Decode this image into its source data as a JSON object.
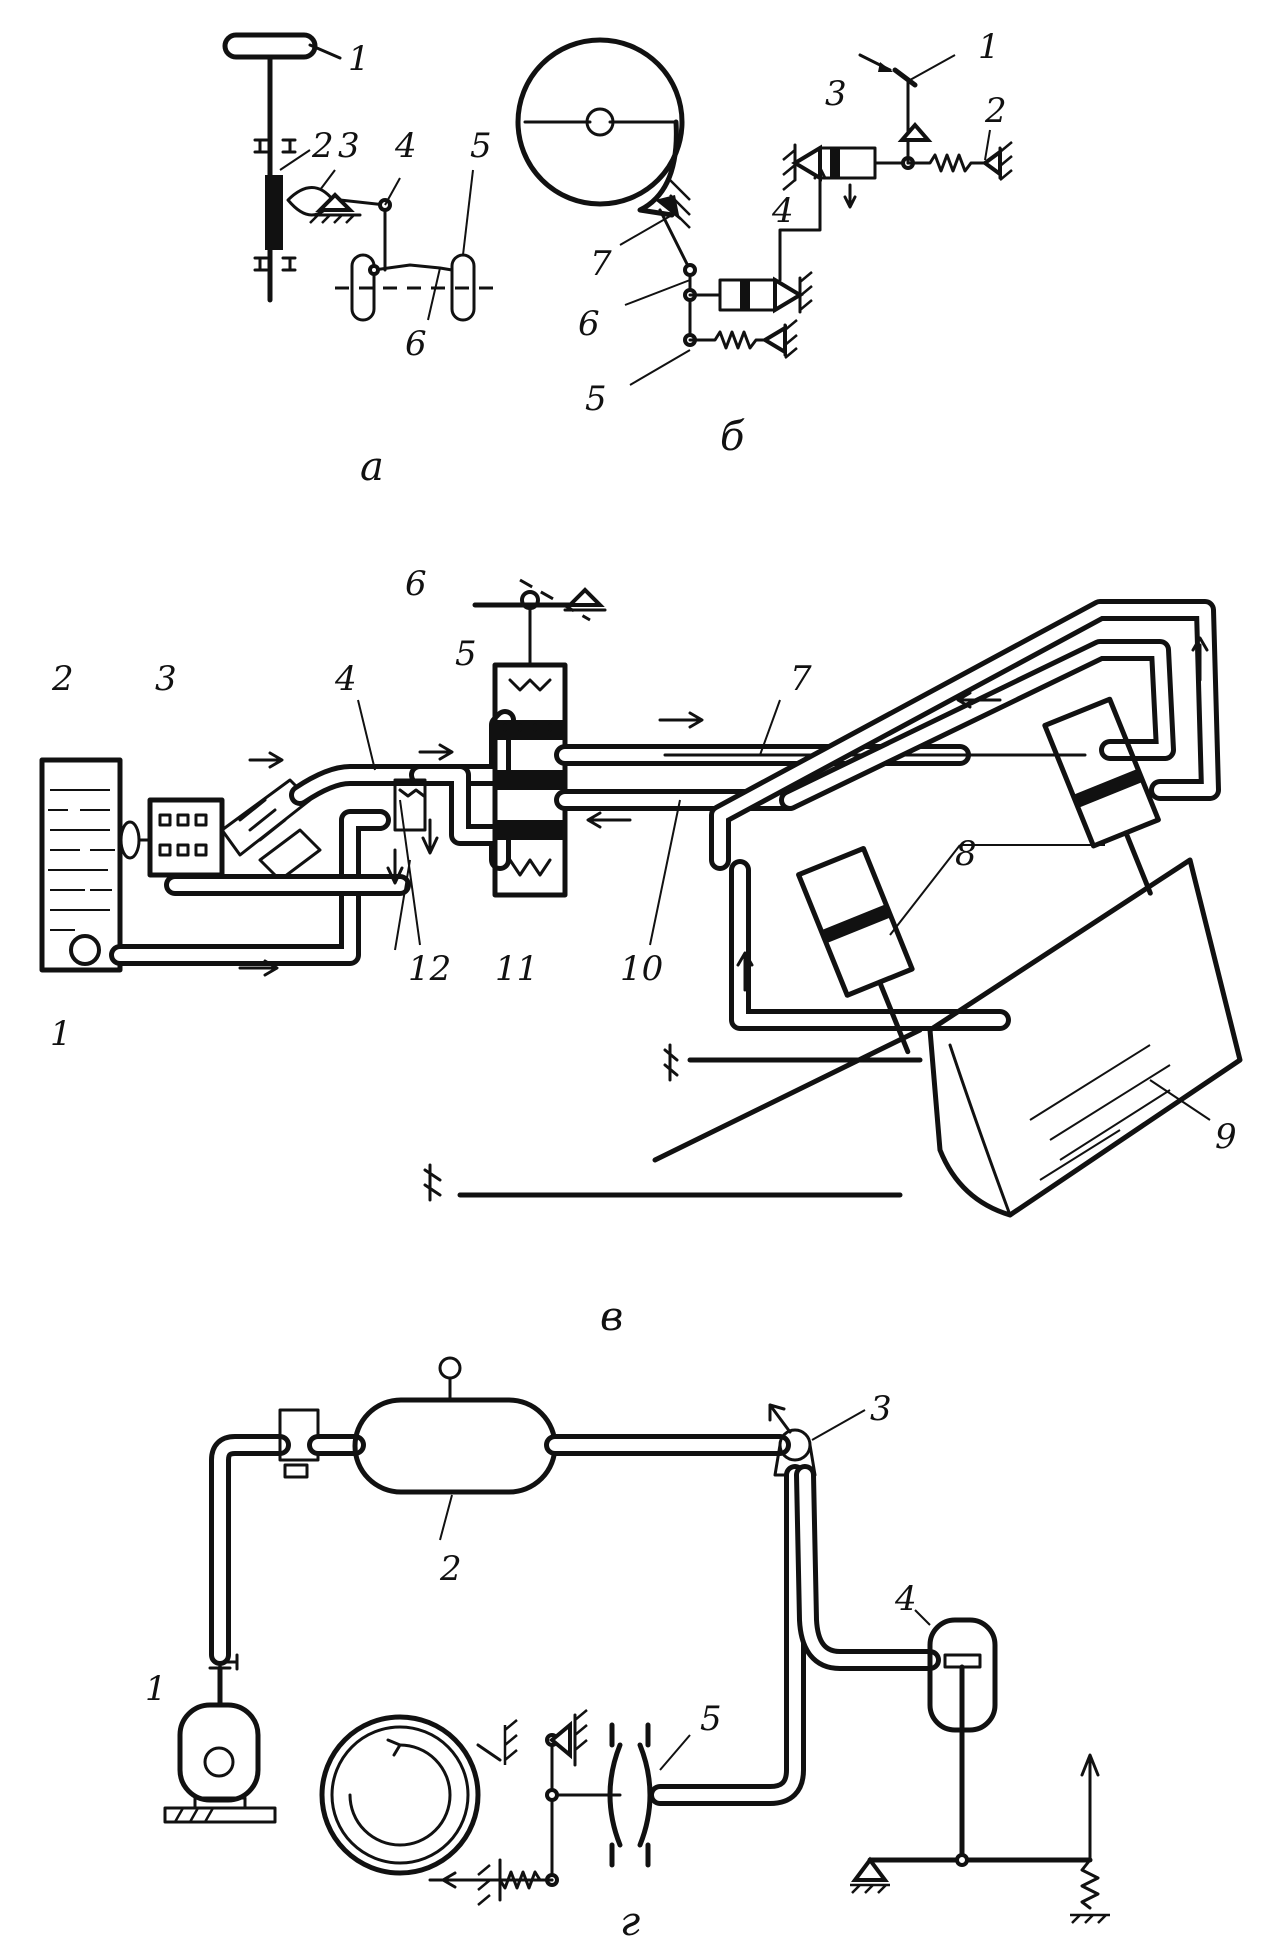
{
  "panels": [
    {
      "id": "a",
      "caption": "а",
      "labels": [
        "1",
        "2",
        "3",
        "4",
        "5",
        "6"
      ]
    },
    {
      "id": "b",
      "caption": "б",
      "labels": [
        "1",
        "2",
        "3",
        "4",
        "5",
        "6",
        "7"
      ]
    },
    {
      "id": "v",
      "caption": "в",
      "labels": [
        "1",
        "2",
        "3",
        "4",
        "5",
        "6",
        "7",
        "8",
        "9",
        "10",
        "11",
        "12"
      ]
    },
    {
      "id": "g",
      "caption": "г",
      "labels": [
        "1",
        "2",
        "3",
        "4",
        "5"
      ]
    }
  ]
}
